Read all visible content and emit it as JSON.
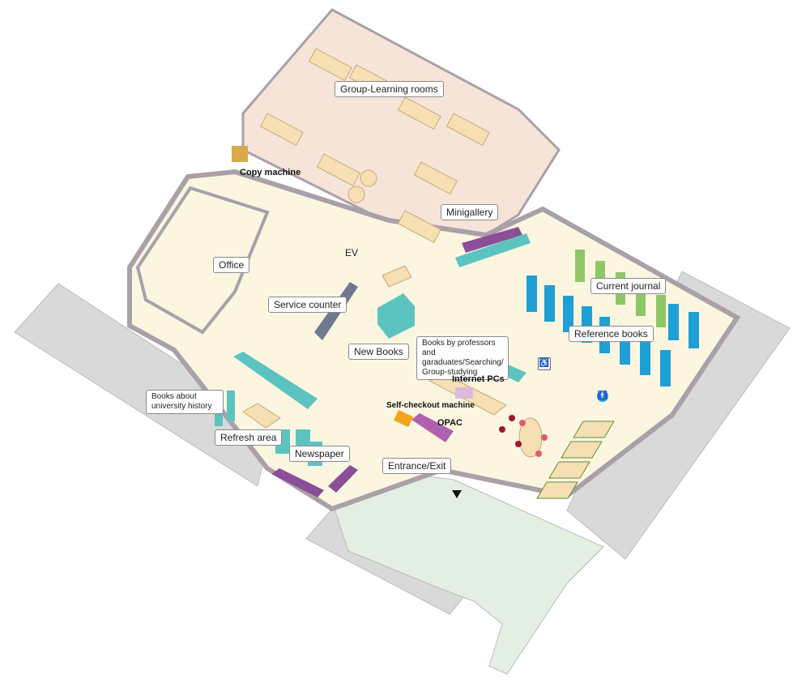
{
  "map": {
    "labels": {
      "group_learning": "Group-Learning rooms",
      "copy_machine": "Copy machine",
      "minigallery": "Minigallery",
      "office": "Office",
      "ev": "EV",
      "current_journal": "Current  journal",
      "service_counter": "Service counter",
      "reference_books": "Reference books",
      "new_books": "New Books",
      "books_professors": "Books by professors and garaduates/Searching/ Group-studying",
      "internet_pcs": "Internet PCs",
      "books_history": "Books about university history",
      "self_checkout": "Self-checkout machine",
      "opac": "OPAC",
      "refresh_area": "Refresh area",
      "newspaper": "Newspaper",
      "entrance": "Entrance/Exit"
    },
    "icons": [
      "wheelchair-icon",
      "restroom-icon",
      "entrance-arrow-icon"
    ],
    "colors": {
      "floor": "#fcf6e1",
      "rooms": "#f6e4d8",
      "outside": "#d9d9d9",
      "garden": "#e3efe3",
      "teal": "#5cc4c0",
      "blue": "#1e9fd6",
      "green": "#8fc667",
      "purple": "#8a4f97",
      "orange": "#f2a51c",
      "wall": "#aaa0a8"
    }
  }
}
